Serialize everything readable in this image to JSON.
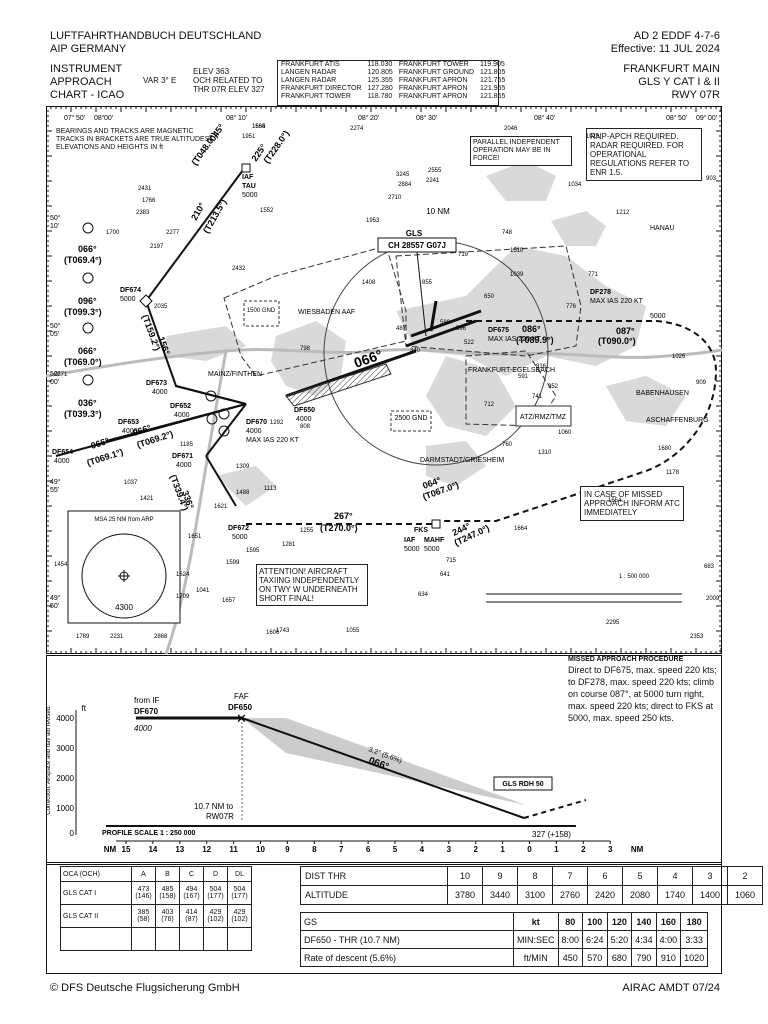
{
  "header": {
    "left_line1": "LUFTFAHRTHANDBUCH DEUTSCHLAND",
    "left_line2": "AIP GERMANY",
    "right_line1": "AD 2 EDDF 4-7-6",
    "right_line2": "Effective: 11 JUL 2024"
  },
  "chart_title": {
    "line1": "INSTRUMENT",
    "line2": "APPROACH",
    "line3": "CHART - ICAO",
    "var": "VAR 3° E",
    "elev": "ELEV 363",
    "och": "OCH RELATED TO",
    "thr": "THR 07R   ELEV 327",
    "airport": "FRANKFURT MAIN",
    "procedure": "GLS Y CAT I & II",
    "runway": "RWY 07R"
  },
  "frequencies": [
    {
      "name": "FRANKFURT ATIS",
      "freq": "118.030",
      "name2": "FRANKFURT TOWER",
      "freq2": "119.905"
    },
    {
      "name": "LANGEN RADAR",
      "freq": "120.805",
      "name2": "FRANKFURT GROUND",
      "freq2": "121.805"
    },
    {
      "name": "LANGEN RADAR",
      "freq": "125.355",
      "name2": "FRANKFURT APRON",
      "freq2": "121.755"
    },
    {
      "name": "FRANKFURT DIRECTOR",
      "freq": "127.280",
      "name2": "FRANKFURT APRON",
      "freq2": "121.955"
    },
    {
      "name": "FRANKFURT TOWER",
      "freq": "118.780",
      "name2": "FRANKFURT APRON",
      "freq2": "121.855"
    }
  ],
  "plan": {
    "note_bearings": "BEARINGS AND TRACKS ARE MAGNETIC TRACKS IN BRACKETS ARE TRUE ALTITUDES, ELEVATIONS AND HEIGHTS IN ft",
    "note_parallel": "PARALLEL INDEPENDENT OPERATION MAY BE IN FORCE!",
    "note_rnp": "RNP-APCH REQUIRED. RADAR REQUIRED. FOR OPERATIONAL REGULATIONS REFER TO ENR 1.5.",
    "note_missed": "IN CASE OF MISSED APPROACH INFORM ATC IMMEDIATELY",
    "note_attention": "ATTENTION! AIRCRAFT TAXIING INDEPENDENTLY ON TWY W UNDERNEATH SHORT FINAL!",
    "gls_label": "GLS",
    "gls_channel": "CH 28557 G07J",
    "ten_nm": "10 NM",
    "msa_title": "MSA 25 NM from ARP",
    "msa_alt": "4300",
    "scale_label": "1 : 500 000",
    "places": {
      "wiesbaden": "WIESBADEN AAF",
      "mainz": "MAINZ/FINTHEN",
      "egelsbach": "FRANKFURT-EGELSBACH",
      "griesheim": "DARMSTADT/GRIESHEIM",
      "hanau": "HANAU",
      "babenhausen": "BABENHAUSEN",
      "aschaffenburg": "ASCHAFFENBURG",
      "atz": "ATZ/RMZ/TMZ",
      "gnd1": "2500 GND",
      "gnd2": "1500 GND"
    },
    "fixes": {
      "tau": "TAU",
      "tau_iaf": "IAF",
      "tau_alt": "5000",
      "df674": "DF674",
      "df674_alt": "5000",
      "df673": "DF673",
      "df673_alt": "4000",
      "df652": "DF652",
      "df652_alt": "4000",
      "df653": "DF653",
      "df653_alt": "4000",
      "df654": "DF654",
      "df654_alt": "4000",
      "df671": "DF671",
      "df671_alt": "4000",
      "df672": "DF672",
      "df672_alt": "5000",
      "df670": "DF670",
      "df670_alt": "4000",
      "df670_ias": "MAX IAS 220 KT",
      "df650": "DF650",
      "df650_alt": "4000",
      "df675": "DF675",
      "df675_ias": "MAX IAS 220 KT",
      "df278": "DF278",
      "df278_ias": "MAX IAS 220 KT",
      "df278_alt": "5000",
      "fks": "FKS",
      "fks_iaf": "IAF",
      "fks_alt": "5000",
      "mahf": "MAHF",
      "mahf_alt": "5000"
    },
    "tracks": {
      "t_final": "066°",
      "t_tau1": "045°",
      "t_tau2": "(T048.0°)",
      "t_tau3": "225°",
      "t_tau4": "(T228.0°)",
      "t_210": "210°",
      "t_210t": "(T213.5°)",
      "t_156": "156°",
      "t_156t": "(T159.2°)",
      "t_1": "066°",
      "t_1t": "(T069.4°)",
      "t_2": "096°",
      "t_2t": "(T099.3°)",
      "t_3": "066°",
      "t_3t": "(T069.0°)",
      "t_4": "036°",
      "t_4t": "(T039.3°)",
      "t_654": "066°",
      "t_654t": "(T069.1°)",
      "t_653": "066°",
      "t_653t": "(T069.2°)",
      "t_336": "336°",
      "t_336t": "(T339.4°)",
      "t_267": "267°",
      "t_267t": "(T270.0°)",
      "t_064": "064°",
      "t_064t": "(T067.0°)",
      "t_244": "244°",
      "t_244t": "(T247.0°)",
      "t_086": "086°",
      "t_086t": "(T089.9°)",
      "t_087": "087°",
      "t_087t": "(T090.0°)"
    },
    "lat_labels": [
      "50°",
      "10'",
      "50°",
      "05'",
      "50°",
      "00'",
      "49°",
      "55'",
      "49°",
      "50'"
    ],
    "lon_labels": [
      "08°",
      "00'",
      "08°",
      "10'",
      "08°",
      "20'",
      "08°",
      "30'",
      "08°",
      "40'",
      "08°",
      "50'",
      "09°",
      "00'",
      "07°",
      "50'"
    ],
    "obstacles": [
      "1664",
      "1951",
      "1552",
      "2274",
      "2046",
      "1018",
      "3245",
      "2555",
      "2241",
      "2884",
      "2710",
      "1034",
      "1212",
      "903",
      "2431",
      "1766",
      "2383",
      "2277",
      "1700",
      "2197",
      "1953",
      "748",
      "719",
      "1510",
      "1039",
      "771",
      "2432",
      "1408",
      "855",
      "650",
      "776",
      "487",
      "588",
      "596",
      "522",
      "340",
      "816",
      "591",
      "952",
      "741",
      "712",
      "1026",
      "909",
      "798",
      "1292",
      "808",
      "2035",
      "2271",
      "1185",
      "1309",
      "1037",
      "1421",
      "1488",
      "1113",
      "760",
      "1310",
      "1060",
      "1680",
      "1178",
      "1654",
      "1664",
      "1621",
      "1651",
      "1255",
      "1281",
      "1595",
      "1599",
      "1624",
      "1709",
      "1041",
      "1657",
      "1454",
      "1743",
      "1075",
      "1055",
      "715",
      "641",
      "634",
      "683",
      "2009",
      "2295",
      "2353",
      "1789",
      "2231",
      "2868",
      "1606",
      "1565"
    ]
  },
  "missed_approach": {
    "title": "MISSED APPROACH PROCEDURE",
    "text": "Direct to DF675, max. speed 220 kts; to DF278, max. speed 220 kts; climb on course 087°, at 5000 turn right, max. speed 220 kts; direct to FKS at 5000, max. speed 250 kts."
  },
  "profile": {
    "from_if": "from IF",
    "df670": "DF670",
    "df670_alt": "4000",
    "faf": "FAF",
    "df650": "DF650",
    "slope": "3.2° (5.6%)",
    "course": "066°",
    "rdh": "GLS RDH 50",
    "dist_note1": "10.7 NM to",
    "dist_note2": "RW07R",
    "thr": "327 (+158)",
    "scale": "PROFILE SCALE 1 : 250 000",
    "alt_4000": "4000",
    "alt_3000": "3000",
    "alt_2000": "2000",
    "alt_1000": "1000",
    "alt_0": "0",
    "ft": "ft",
    "nm_axis": [
      "15",
      "14",
      "13",
      "12",
      "11",
      "10",
      "9",
      "8",
      "7",
      "6",
      "5",
      "4",
      "3",
      "2",
      "1",
      "0",
      "1",
      "2",
      "3"
    ],
    "nm_left": "NM",
    "nm_right": "NM"
  },
  "oca_table": {
    "header": [
      "OCA (OCH)",
      "A",
      "B",
      "C",
      "D",
      "DL"
    ],
    "rows": [
      {
        "label": "GLS CAT I",
        "values": [
          "473 (146)",
          "485 (158)",
          "494 (167)",
          "504 (177)",
          "504 (177)"
        ]
      },
      {
        "label": "GLS CAT II",
        "values": [
          "385 (58)",
          "403 (76)",
          "414 (87)",
          "429 (102)",
          "429 (102)"
        ]
      }
    ]
  },
  "dist_table": {
    "row1_label": "DIST THR",
    "row1": [
      "10",
      "9",
      "8",
      "7",
      "6",
      "5",
      "4",
      "3",
      "2"
    ],
    "row2_label": "ALTITUDE",
    "row2": [
      "3780",
      "3440",
      "3100",
      "2760",
      "2420",
      "2080",
      "1740",
      "1400",
      "1060"
    ]
  },
  "gs_table": {
    "header_label": "GS",
    "header_unit": "kt",
    "speeds": [
      "80",
      "100",
      "120",
      "140",
      "160",
      "180"
    ],
    "row1_label": "DF650 - THR (10.7 NM)",
    "row1_unit": "MIN:SEC",
    "row1": [
      "8:00",
      "6:24",
      "5:20",
      "4:34",
      "4:00",
      "3:33"
    ],
    "row2_label": "Rate of descent (5.6%)",
    "row2_unit": "ft/MIN",
    "row2": [
      "450",
      "570",
      "680",
      "790",
      "910",
      "1020"
    ]
  },
  "side_note": "Correction: Airspace and nav aid revised.",
  "footer": {
    "left": "© DFS Deutsche Flugsicherung GmbH",
    "right": "AIRAC AMDT 07/24"
  }
}
